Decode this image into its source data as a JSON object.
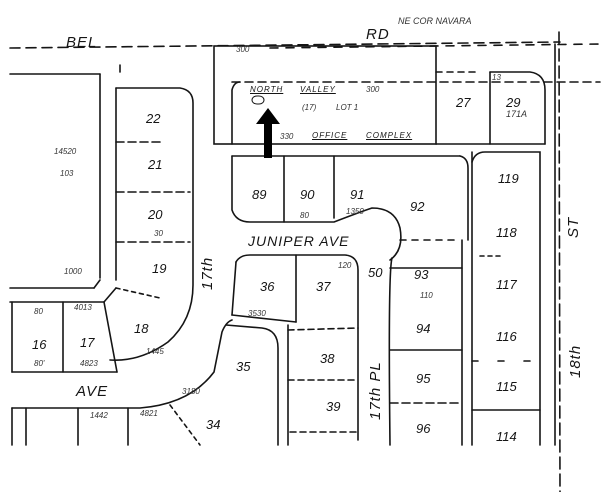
{
  "map": {
    "type": "plat-map",
    "colors": {
      "ink": "#151515",
      "paper": "#ffffff",
      "arrow": "#000000"
    },
    "streets": {
      "bell_rd_1": "BEL",
      "bell_rd_2": "RD",
      "juniper_ave": "JUNIPER   AVE",
      "ave_bottom": "AVE",
      "seventeenth_st": "17th",
      "seventeenth_pl": "17th PL",
      "eighteenth_st": "18th",
      "st_right": "ST",
      "corner_note": "NE COR NAVARA"
    },
    "parcel_note": {
      "line1_a": "NORTH",
      "line1_b": "VALLEY",
      "line1_c": "300",
      "circled": "(17)",
      "lot": "LOT 1",
      "line3_a": "330",
      "line3_b": "OFFICE",
      "line3_c": "COMPLEX"
    },
    "lots": {
      "l22": "22",
      "l21": "21",
      "l20": "20",
      "l19": "19",
      "l18": "18",
      "l17": "17",
      "l16": "16",
      "l27": "27",
      "l29": "29",
      "l29_sub": "171A",
      "l89": "89",
      "l90": "90",
      "l91": "91",
      "l92": "92",
      "l36": "36",
      "l37": "37",
      "l35": "35",
      "l38": "38",
      "l39": "39",
      "l34": "34",
      "l50": "50",
      "l93": "93",
      "l94": "94",
      "l95": "95",
      "l96": "96",
      "l119": "119",
      "l118": "118",
      "l117": "117",
      "l116": "116",
      "l115": "115",
      "l114": "114",
      "acreage_left": "14520",
      "left_103": "103",
      "left_1000": "1000"
    },
    "dims": {
      "d80a": "80",
      "d80b": "80",
      "d80c": "80'",
      "d1350": "1350",
      "d120": "120",
      "d110": "110",
      "d30": "30",
      "d4823": "4823",
      "d1445": "1445",
      "d300_top": "300",
      "d13": "13",
      "d4013": "4013",
      "d3530": "3530",
      "d3180": "3180",
      "d4821": "4821",
      "d1442": "1442"
    }
  }
}
